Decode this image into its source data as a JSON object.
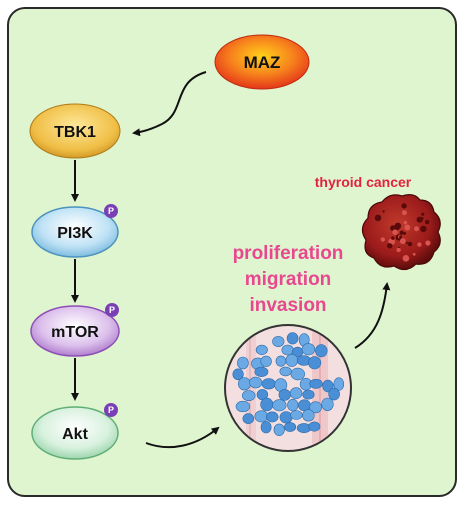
{
  "nodes": {
    "maz": "MAZ",
    "tbk1": "TBK1",
    "pi3k": "PI3K",
    "mtor": "mTOR",
    "akt": "Akt"
  },
  "phospho_badge": "P",
  "outcomes": [
    "proliferation",
    "migration",
    "invasion"
  ],
  "cancer_label": "thyroid cancer",
  "colors": {
    "background": "#dff5cf",
    "border": "#2a2a2a",
    "maz": "#f0541a",
    "tbk1": "#e8b13a",
    "pi3k": "#8ec6e6",
    "mtor": "#c08fd8",
    "akt": "#bfe6c9",
    "badge": "#7a3fb5",
    "outcome_text": "#e8488f",
    "cancer_text": "#e3223f",
    "tumor": "#9b1b1b"
  }
}
